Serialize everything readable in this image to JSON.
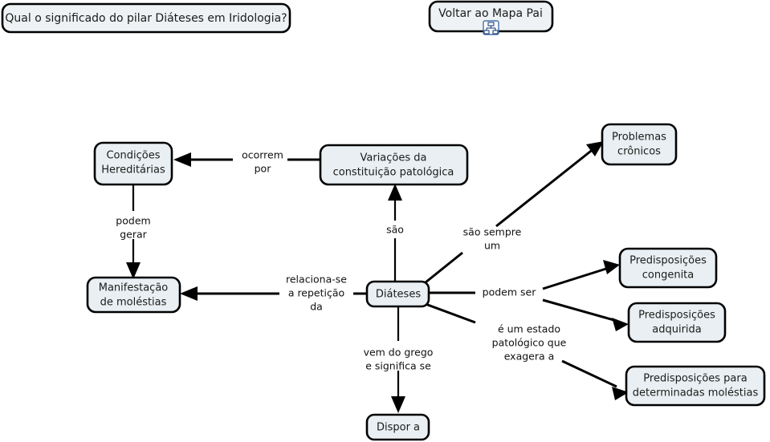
{
  "page": {
    "title_question": "Qual o significado do pilar Diáteses em Iridologia?",
    "back_button_label": "Voltar ao Mapa Pai",
    "back_button_icon": "concept-map-icon",
    "background_color": "#ffffff",
    "node_fill_color": "#e9eff2",
    "node_border_color": "#000000",
    "edge_color": "#000000",
    "icon_accent_color": "#20407a"
  },
  "nodes": [
    {
      "id": "condicoes",
      "line1": "Condições",
      "line2": "Hereditárias"
    },
    {
      "id": "variacoes",
      "line1": "Variações da",
      "line2": "constituição patológica"
    },
    {
      "id": "problemas",
      "line1": "Problemas",
      "line2": "crônicos"
    },
    {
      "id": "manifestacao",
      "line1": "Manifestação",
      "line2": "de moléstias"
    },
    {
      "id": "diateses",
      "line1": "Diáteses",
      "line2": ""
    },
    {
      "id": "congenita",
      "line1": "Predisposições",
      "line2": "congenita"
    },
    {
      "id": "adquirida",
      "line1": "Predisposições",
      "line2": "adquirida"
    },
    {
      "id": "determinadas",
      "line1": "Predisposições para",
      "line2": "determinadas moléstias"
    },
    {
      "id": "dispor",
      "line1": "Dispor a",
      "line2": ""
    }
  ],
  "link_labels": [
    {
      "id": "ocorrem-por",
      "line1": "ocorrem",
      "line2": "por",
      "line3": ""
    },
    {
      "id": "podem-gerar",
      "line1": "podem",
      "line2": "gerar",
      "line3": ""
    },
    {
      "id": "sao",
      "line1": "são",
      "line2": "",
      "line3": ""
    },
    {
      "id": "relaciona-se",
      "line1": "relaciona-se",
      "line2": "a repetição",
      "line3": "da"
    },
    {
      "id": "sao-sempre-um",
      "line1": "são sempre",
      "line2": "um",
      "line3": ""
    },
    {
      "id": "podem-ser",
      "line1": "podem ser",
      "line2": "",
      "line3": ""
    },
    {
      "id": "estado-patologico",
      "line1": "é um estado",
      "line2": "patológico que",
      "line3": "exagera a"
    },
    {
      "id": "vem-do-grego",
      "line1": "vem do grego",
      "line2": "e significa se",
      "line3": ""
    }
  ]
}
